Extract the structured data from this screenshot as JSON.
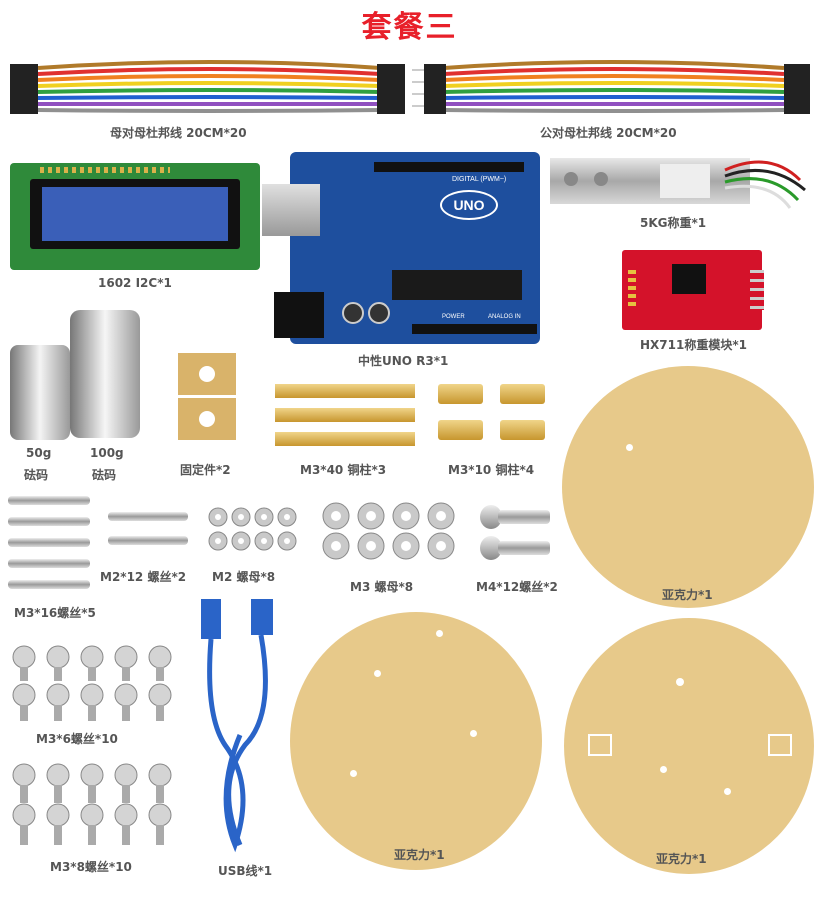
{
  "title": "套餐三",
  "items": {
    "ff_wire": "母对母杜邦线 20CM*20",
    "mm_wire": "公对母杜邦线 20CM*20",
    "lcd": "1602 I2C*1",
    "uno": "中性UNO R3*1",
    "load_cell": "5KG称重*1",
    "hx711": "HX711称重模块*1",
    "w50": "50g",
    "w50_name": "砝码",
    "w100": "100g",
    "w100_name": "砝码",
    "fixer": "固定件*2",
    "m340": "M3*40 铜柱*3",
    "m310": "M3*10 铜柱*4",
    "m312": "M2*12 螺丝*2",
    "m2nut": "M2 螺母*8",
    "m3nut": "M3 螺母*8",
    "m412": "M4*12螺丝*2",
    "m316": "M3*16螺丝*5",
    "acrylic1": "亚克力*1",
    "m36": "M3*6螺丝*10",
    "usb": "USB线*1",
    "acrylic2": "亚克力*1",
    "acrylic3": "亚克力*1",
    "m38": "M3*8螺丝*10"
  },
  "uno_board": {
    "brand": "UNO",
    "digital": "DIGITAL (PWM~)",
    "power": "POWER",
    "analog": "ANALOG IN"
  },
  "colors": {
    "title": "#e8202a",
    "label": "#555555",
    "acrylic": "#e7c98a",
    "board": "#1e4f9e",
    "hx711": "#d4122a"
  }
}
